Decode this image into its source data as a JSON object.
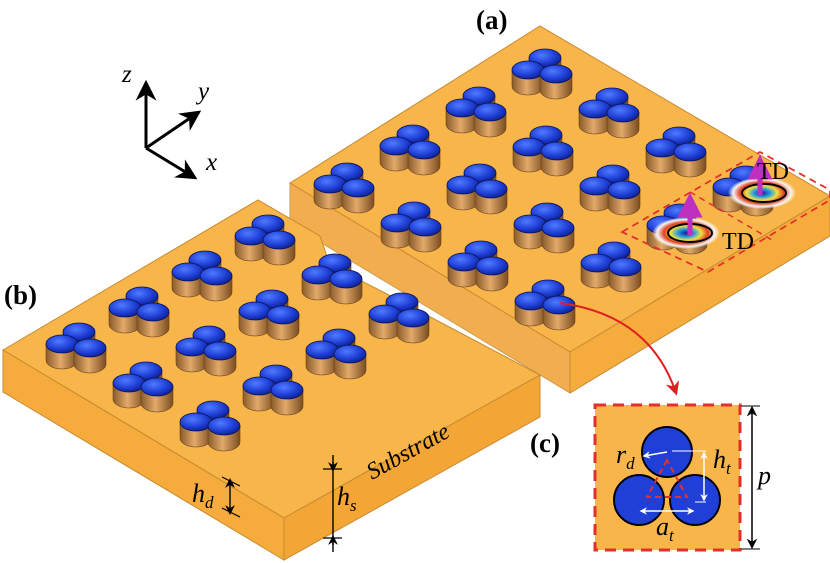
{
  "labels": {
    "panel_a": "(a)",
    "panel_b": "(b)",
    "panel_c": "(c)",
    "axis_x": "x",
    "axis_y": "y",
    "axis_z": "z",
    "td_top": "TD",
    "td_bottom": "TD",
    "substrate": "Substrate",
    "hd_main": "h",
    "hd_sub": "d",
    "hs_main": "h",
    "hs_sub": "s",
    "rd_main": "r",
    "rd_sub": "d",
    "ht_main": "h",
    "ht_sub": "t",
    "at_main": "a",
    "at_sub": "t",
    "period": "p"
  },
  "colors": {
    "substrate_top": "#f8b54a",
    "substrate_front": "#f5ac3d",
    "substrate_side": "#f0a030",
    "cylinder_top": "#1f3fd6",
    "cylinder_body": "#c98a4a",
    "highlight_box": "#e5302a",
    "arrow_red": "#e02020",
    "dipole_arrow": "#c030c0"
  }
}
